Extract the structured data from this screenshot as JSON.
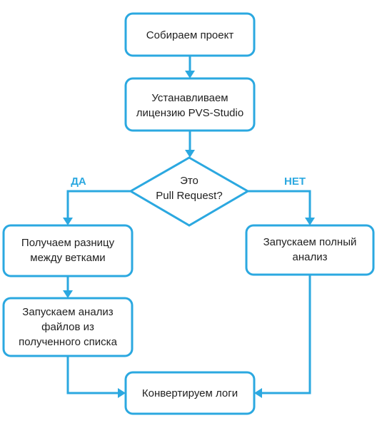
{
  "nodes": {
    "build": "Собираем проект",
    "license": [
      "Устанавливаем",
      "лицензию PVS-Studio"
    ],
    "decision": [
      "Это",
      "Pull Request?"
    ],
    "diff": [
      "Получаем разницу",
      "между ветками"
    ],
    "full": [
      "Запускаем полный",
      "анализ"
    ],
    "analyze_list": [
      "Запускаем анализ",
      "файлов из",
      "полученного списка"
    ],
    "convert": "Конвертируем логи"
  },
  "branches": {
    "yes": "ДА",
    "no": "НЕТ"
  },
  "colors": {
    "accent": "#2ba8e0",
    "text": "#1f1f1f",
    "background": "#ffffff"
  }
}
